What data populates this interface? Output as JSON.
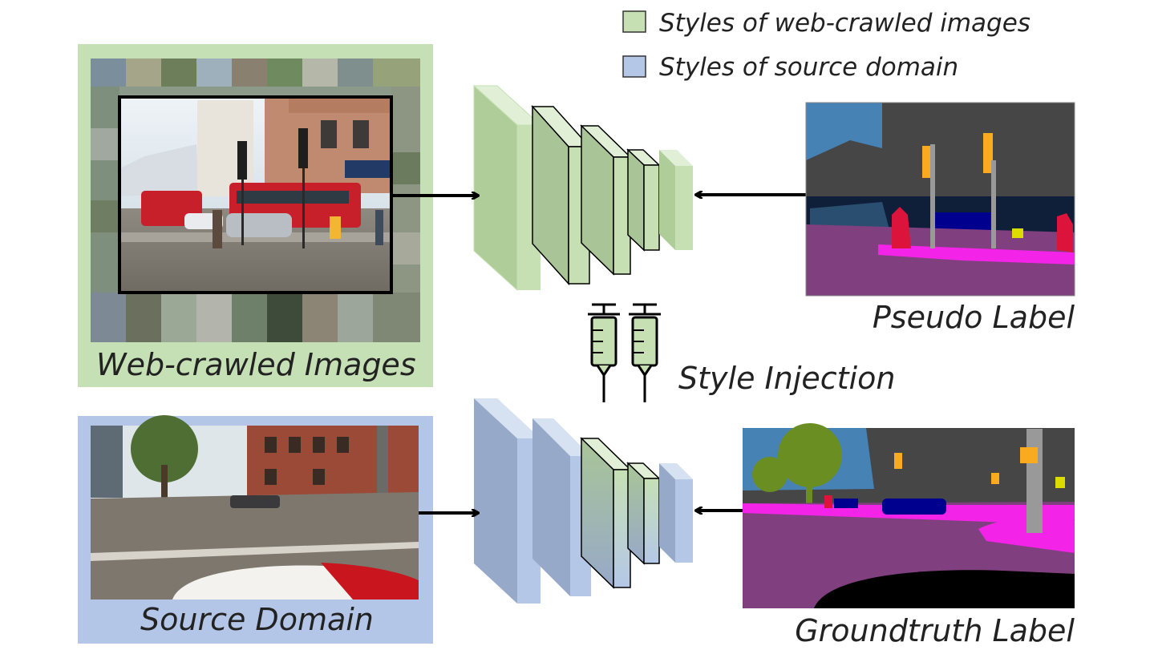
{
  "legend": {
    "web_styles": "Styles of web-crawled images",
    "source_styles": "Styles of source domain"
  },
  "panels": {
    "web_images_label": "Web-crawled Images",
    "source_domain_label": "Source Domain",
    "pseudo_label": "Pseudo Label",
    "groundtruth_label": "Groundtruth Label"
  },
  "center": {
    "style_injection_label": "Style Injection"
  },
  "colors": {
    "web_green": "#c6e0b4",
    "source_blue": "#b4c7e7",
    "panel_green": "#c5e0b4",
    "panel_blue": "#b4c6e7",
    "seg_road": "#80407f",
    "seg_building": "#464646",
    "seg_sky": "#4682b4",
    "seg_car": "#00008e",
    "seg_person": "#dc143c",
    "seg_sidewalk": "#f423e8",
    "seg_vegetation": "#6b8e23",
    "seg_pole": "#999999",
    "seg_traffic_light": "#faaa1e",
    "seg_sign": "#dcdc00"
  }
}
